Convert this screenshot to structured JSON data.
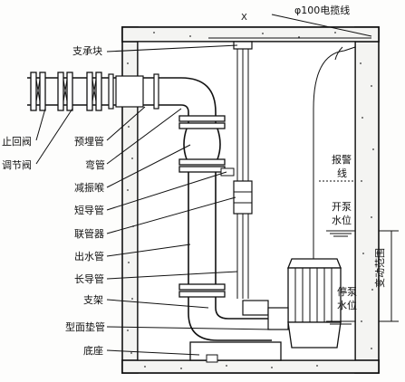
{
  "labels": {
    "cable": "φ100电揽线",
    "support_block": "支承块",
    "check_valve": "止回阀",
    "regulating_valve": "调节阀",
    "embedded_pipe": "预埋管",
    "elbow": "弯管",
    "shock_absorber": "减振喉",
    "short_guide": "短导管",
    "coupler": "联管器",
    "outlet_pipe": "出水管",
    "long_guide": "长导管",
    "bracket": "支架",
    "pipe_base": "型面垫管",
    "base": "底座",
    "alarm_line_1": "报警",
    "alarm_line_2": "线",
    "start_level_1": "开泵",
    "start_level_2": "水位",
    "stop_level_1": "停泵",
    "stop_level_2": "水位",
    "range": "变动范围"
  }
}
